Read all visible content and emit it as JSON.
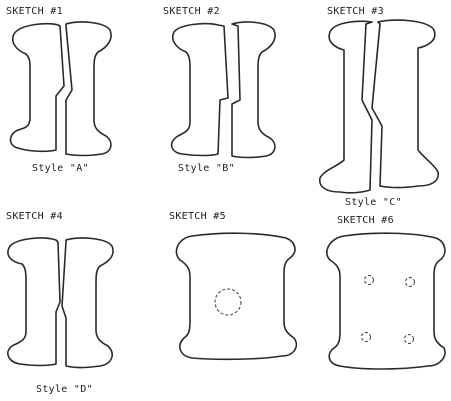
{
  "sketches": [
    {
      "title": "SKETCH #1",
      "caption": "Style \"A\""
    },
    {
      "title": "SKETCH #2",
      "caption": "Style \"B\""
    },
    {
      "title": "SKETCH #3",
      "caption": "Style \"C\""
    },
    {
      "title": "SKETCH #4",
      "caption": "Style \"D\""
    },
    {
      "title": "SKETCH #5",
      "caption": ""
    },
    {
      "title": "SKETCH #6",
      "caption": ""
    }
  ]
}
